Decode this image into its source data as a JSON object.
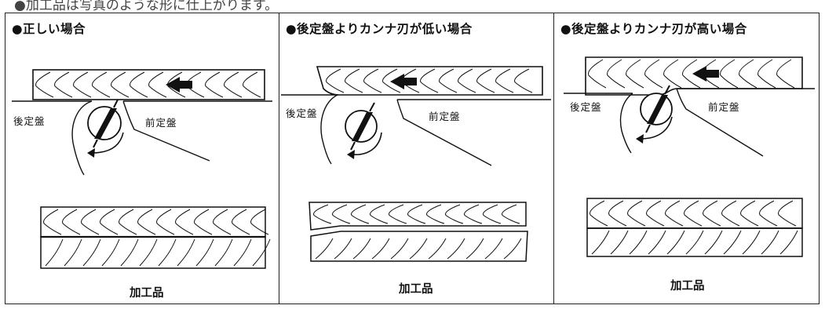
{
  "header_fragment": "●加工品は写真のような形に仕上がります。",
  "panels": [
    {
      "title": "●正しい場合",
      "rear_table_label": "後定盤",
      "front_table_label": "前定盤",
      "caption": "加工品"
    },
    {
      "title": "●後定盤よりカンナ刃が低い場合",
      "rear_table_label": "後定盤",
      "front_table_label": "前定盤",
      "caption": "加工品"
    },
    {
      "title": "●後定盤よりカンナ刃が高い場合",
      "rear_table_label": "後定盤",
      "front_table_label": "前定盤",
      "caption": "加工品"
    }
  ],
  "colors": {
    "ink": "#111111",
    "paper": "#ffffff"
  },
  "icons": [
    "feed-arrow-icon",
    "rotation-arrow-icon",
    "cutter-head-icon"
  ]
}
